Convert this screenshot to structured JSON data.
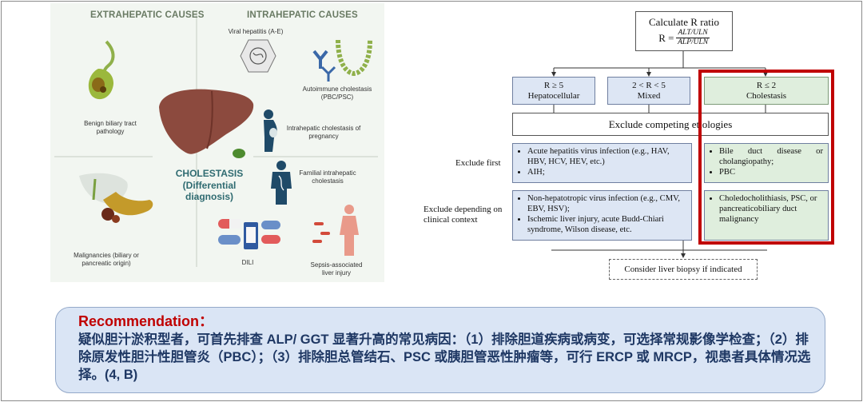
{
  "illustration": {
    "extrahepatic_heading": "EXTRAHEPATIC CAUSES",
    "intrahepatic_heading": "INTRAHEPATIC CAUSES",
    "benign_label": "Benign biliary tract pathology",
    "malignancy_label": "Malignancies (biliary or pancreatic origin)",
    "viral_label": "Viral hepatitis (A-E)",
    "autoimmune_label": "Autoimmune cholestasis (PBC/PSC)",
    "pregnancy_label": "Intrahepatic cholestasis of pregnancy",
    "familial_label": "Familial intrahepatic cholestasis",
    "dili_label": "DILI",
    "sepsis_label": "Sepsis-associated liver injury",
    "center_title": "CHOLESTASIS",
    "center_subtitle": "(Differential diagnosis)"
  },
  "flowchart": {
    "top_line1": "Calculate R ratio",
    "top_r": "R =",
    "top_num": "ALT/ULN",
    "top_den": "ALP/ULN",
    "hep_line1": "R ≥ 5",
    "hep_line2": "Hepatocellular",
    "mixed_line1": "2 < R < 5",
    "mixed_line2": "Mixed",
    "chol_line1": "R ≤ 2",
    "chol_line2": "Cholestasis",
    "exclude_competing": "Exclude competing etiologies",
    "exclude_first_label": "Exclude first",
    "exclude_context_label": "Exclude depending on clinical context",
    "first_items": [
      "Acute hepatitis virus infection (e.g., HAV, HBV, HCV, HEV, etc.)",
      "AIH;"
    ],
    "context_items": [
      "Non-hepatotropic virus infection (e.g., CMV, EBV, HSV);",
      "Ischemic liver injury, acute Budd-Chiari syndrome, Wilson disease, etc."
    ],
    "chol_first_items": [
      "Bile duct disease or cholangiopathy;",
      "PBC"
    ],
    "chol_context_items": [
      "Choledocholithiasis, PSC, or pancreaticobiliary duct malignancy"
    ],
    "biopsy": "Consider liver biopsy if indicated"
  },
  "recommendation": {
    "title": "Recommendation：",
    "body": "疑似胆汁淤积型者，可首先排查 ALP/ GGT 显著升高的常见病因：（1）排除胆道疾病或病变，可选择常规影像学检查；（2）排除原发性胆汁性胆管炎（PBC）；（3）排除胆总管结石、PSC 或胰胆管恶性肿瘤等，可行 ERCP 或 MRCP，视患者具体情况选择。(4, B)"
  },
  "colors": {
    "highlight_red": "#c00000",
    "box_blue": "#dde6f4",
    "box_green": "#dfeedd",
    "rec_bg": "#dae5f5",
    "rec_text": "#1f3864"
  }
}
